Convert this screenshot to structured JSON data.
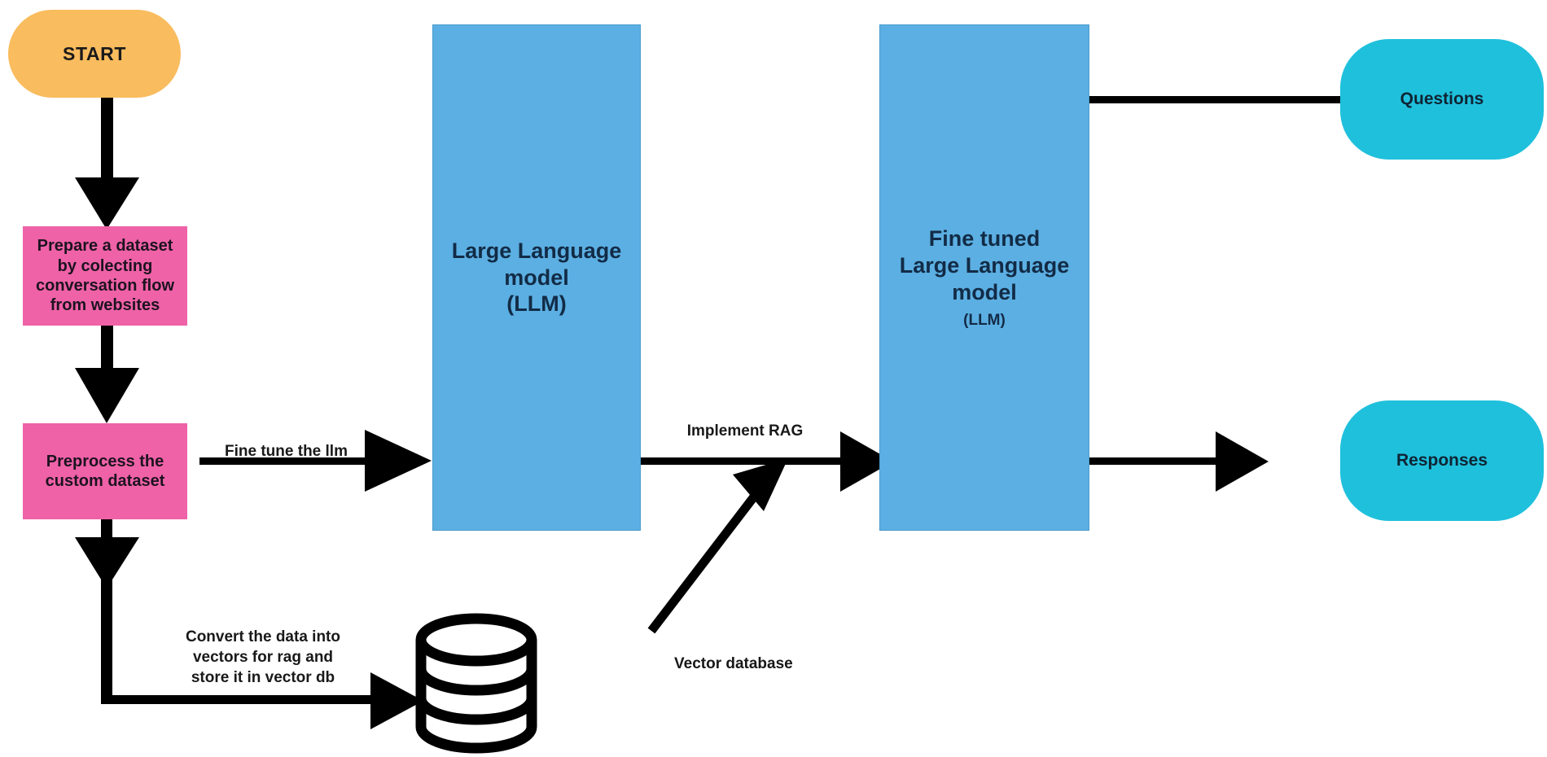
{
  "diagram": {
    "title": "RAG fine-tuned LLM pipeline flowchart",
    "nodes": {
      "start": {
        "label": "START",
        "color": "#f9bc5e",
        "shape": "rounded-pill"
      },
      "prepare_dataset": {
        "label": "Prepare a dataset by colecting conversation flow from websites",
        "color": "#ef62a7",
        "shape": "rectangle"
      },
      "preprocess_dataset": {
        "label": "Preprocess the custom dataset",
        "color": "#ef62a7",
        "shape": "rectangle"
      },
      "llm": {
        "line1": "Large Language",
        "line2": "model",
        "line3": "(LLM)",
        "color": "#5cafe2",
        "shape": "rectangle"
      },
      "fine_tuned_llm": {
        "line1": "Fine tuned",
        "line2": "Large Language",
        "line3": "model",
        "line4": "(LLM)",
        "color": "#5cafe2",
        "shape": "rectangle"
      },
      "questions": {
        "label": "Questions",
        "color": "#1fc0dc",
        "shape": "rounded-pill"
      },
      "responses": {
        "label": "Responses",
        "color": "#1fc0dc",
        "shape": "rounded-pill"
      },
      "vector_database": {
        "label": "Vector database",
        "color": "#000000",
        "shape": "cylinder"
      }
    },
    "edge_labels": {
      "fine_tune": "Fine tune the llm",
      "implement_rag": "Implement RAG",
      "convert_vectors": "Convert the data into\nvectors for rag and\nstore it in vector db"
    }
  }
}
